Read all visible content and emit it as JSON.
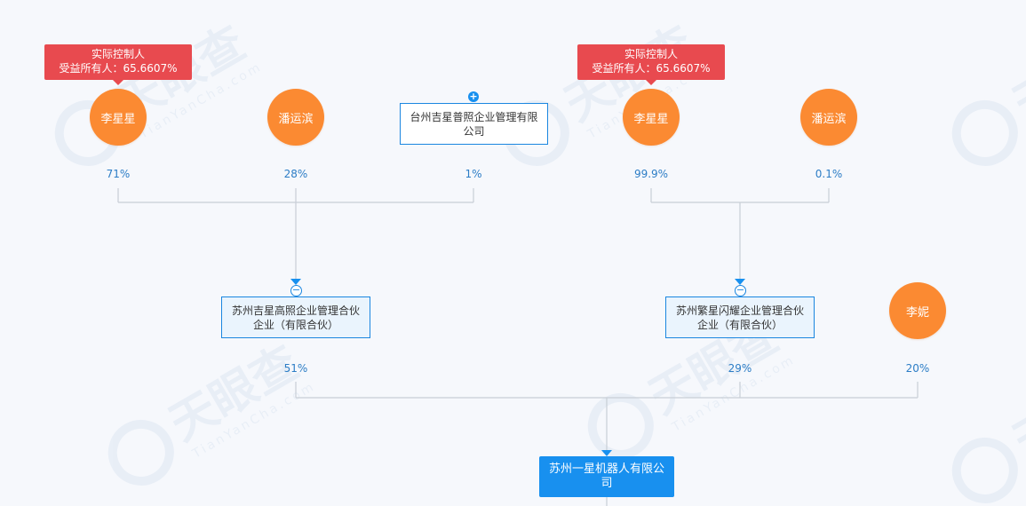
{
  "watermark": {
    "text": "天眼查",
    "subtext": "TianYanCha.com"
  },
  "tags": {
    "left": {
      "line1": "实际控制人",
      "line2": "受益所有人：65.6607%"
    },
    "right": {
      "line1": "实际控制人",
      "line2": "受益所有人：65.6607%"
    }
  },
  "top_left": {
    "p1": {
      "name": "李星星",
      "pct": "71%"
    },
    "p2": {
      "name": "潘运滨",
      "pct": "28%"
    },
    "c1": {
      "name": "台州吉星普照企业管理有限公司",
      "line1": "台州吉星普照企业管理有限",
      "line2": "公司",
      "pct": "1%"
    }
  },
  "top_right": {
    "p1": {
      "name": "李星星",
      "pct": "99.9%"
    },
    "p2": {
      "name": "潘运滨",
      "pct": "0.1%"
    }
  },
  "mid_left": {
    "line1": "苏州吉星高照企业管理合伙",
    "line2": "企业（有限合伙）",
    "pct": "51%"
  },
  "mid_right": {
    "line1": "苏州繁星闪耀企业管理合伙",
    "line2": "企业（有限合伙）",
    "pct": "29%"
  },
  "mid_person": {
    "name": "李妮",
    "pct": "20%"
  },
  "target": {
    "name": "苏州一星机器人有限公司"
  },
  "buttons": {
    "expand": "+",
    "collapse": "−"
  },
  "colors": {
    "person": "#fb8a32",
    "company_border": "#1a86e0",
    "target": "#1890ef",
    "tag": "#e84a4f",
    "line": "#c8ced6",
    "pct": "#2c7dc6"
  }
}
